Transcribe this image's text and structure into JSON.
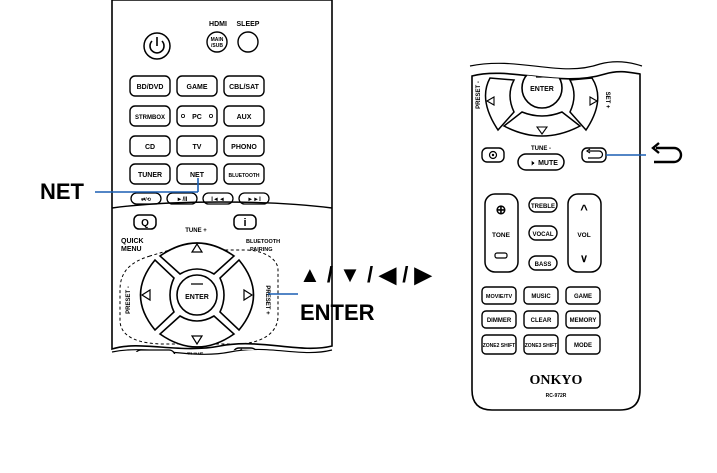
{
  "left_remote": {
    "hdmi_label": "HDMI",
    "hdmi_sub1": "MAIN",
    "hdmi_sub2": "/SUB",
    "sleep_label": "SLEEP",
    "input_buttons": [
      "BD/DVD",
      "GAME",
      "CBL/SAT",
      "STRMBOX",
      "PC",
      "AUX",
      "CD",
      "TV",
      "PHONO",
      "TUNER",
      "NET",
      "BLUETOOTH"
    ],
    "tune_plus": "TUNE +",
    "tune_minus": "TUNE -",
    "quick_menu_1": "QUICK",
    "quick_menu_2": "MENU",
    "bt_pairing_1": "BLUETOOTH",
    "bt_pairing_2": "PAIRING",
    "preset_minus": "PRESET -",
    "preset_plus": "PRESET +",
    "enter": "ENTER",
    "q": "Q",
    "info": "i"
  },
  "right_remote": {
    "enter": "ENTER",
    "preset_minus": "PRESET -",
    "preset_plus": "SET +",
    "tune_minus": "TUNE -",
    "mute": "MUTE",
    "tone": "TONE",
    "vol": "VOL",
    "treble": "TREBLE",
    "vocal": "VOCAL",
    "bass": "BASS",
    "mode_buttons": [
      "MOVIE/TV",
      "MUSIC",
      "GAME",
      "DIMMER",
      "CLEAR",
      "MEMORY",
      "ZONE2 SHIFT",
      "ZONE3 SHIFT",
      "MODE"
    ],
    "brand": "ONKYO",
    "model": "RC-972R"
  },
  "callouts": {
    "net": "NET",
    "arrows": "▲ / ▼ / ◀ / ▶",
    "enter": "ENTER"
  }
}
